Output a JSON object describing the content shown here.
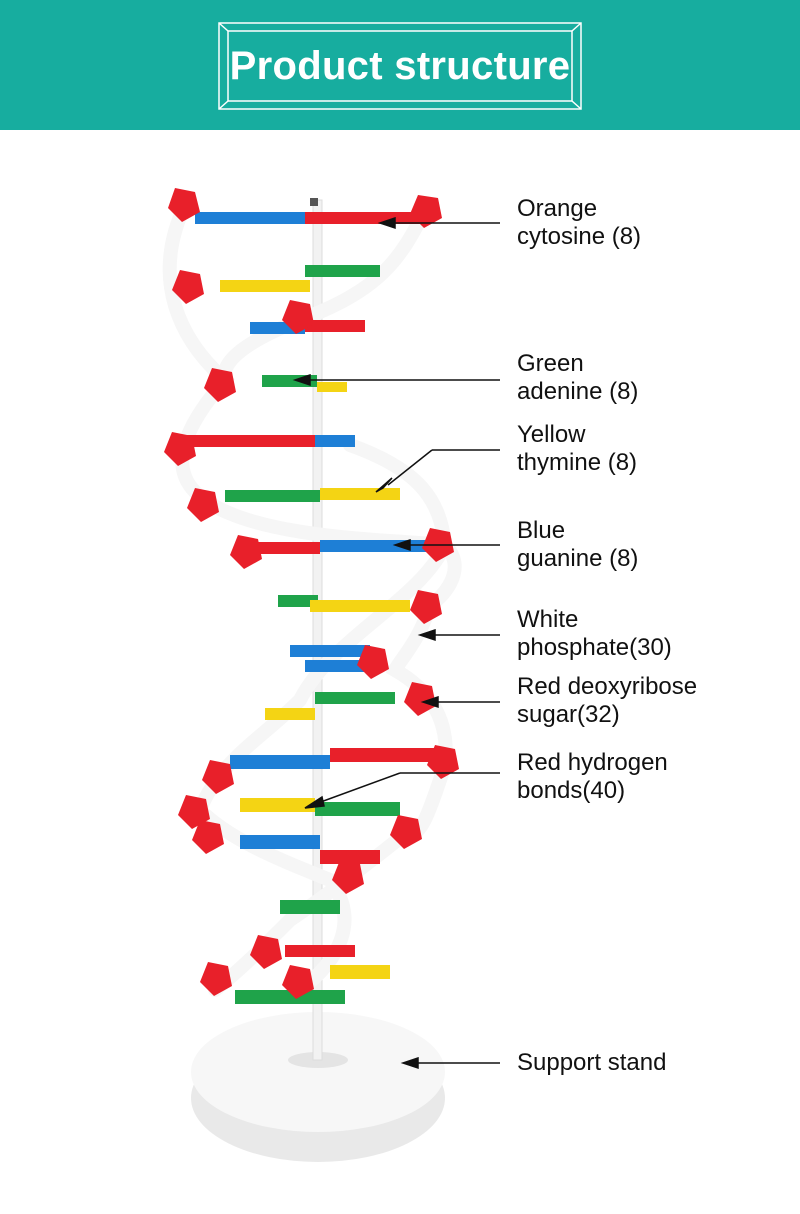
{
  "header": {
    "title": "Product structure",
    "background": "#17ad9f"
  },
  "labels": [
    {
      "id": "cytosine",
      "line1": "Orange",
      "line2": "cytosine (8)"
    },
    {
      "id": "adenine",
      "line1": "Green",
      "line2": "adenine (8)"
    },
    {
      "id": "thymine",
      "line1": "Yellow",
      "line2": "thymine (8)"
    },
    {
      "id": "guanine",
      "line1": "Blue",
      "line2": "guanine (8)"
    },
    {
      "id": "phosphate",
      "line1": "White",
      "line2": "phosphate(30)"
    },
    {
      "id": "deoxyribose",
      "line1": "Red deoxyribose",
      "line2": "sugar(32)"
    },
    {
      "id": "hydrogen",
      "line1": "Red hydrogen",
      "line2": "bonds(40)"
    },
    {
      "id": "stand",
      "line1": "Support stand"
    }
  ],
  "colors": {
    "red": "#e8202a",
    "blue": "#1e7fd6",
    "green": "#1fa34a",
    "yellow": "#f4d414",
    "white": "#f4f4f4"
  }
}
